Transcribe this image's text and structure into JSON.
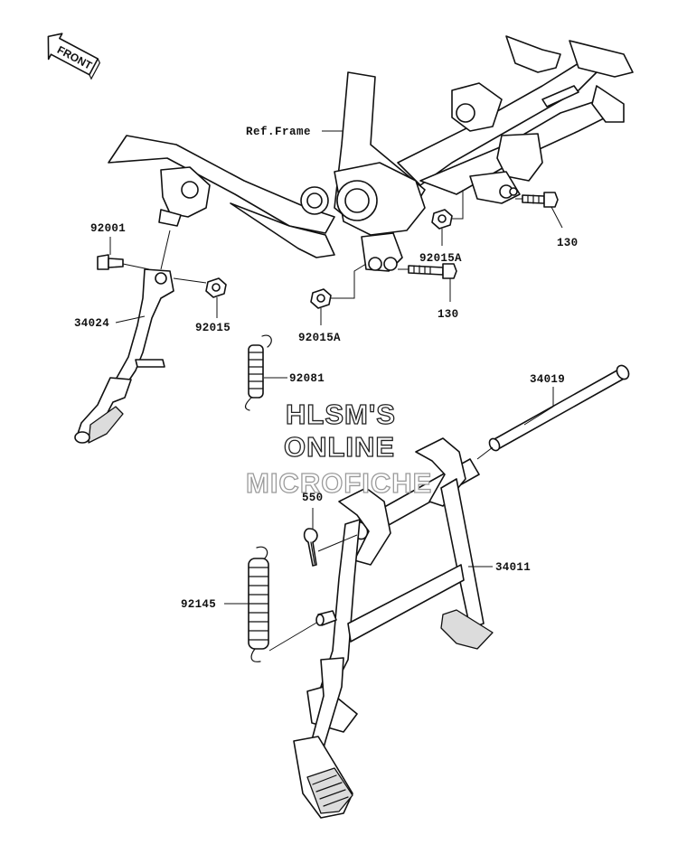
{
  "front_label": "FRONT",
  "ref_label": "Ref.Frame",
  "watermark": {
    "line1": "HLSM'S",
    "line2": "ONLINE",
    "line3": "MICROFICHE"
  },
  "parts": {
    "p92001": "92001",
    "p34024": "34024",
    "p92015": "92015",
    "p92081": "92081",
    "p92015A_upper": "92015A",
    "p92015A_lower": "92015A",
    "p130_upper": "130",
    "p130_lower": "130",
    "p34019": "34019",
    "p550": "550",
    "p34011": "34011",
    "p92145": "92145"
  }
}
